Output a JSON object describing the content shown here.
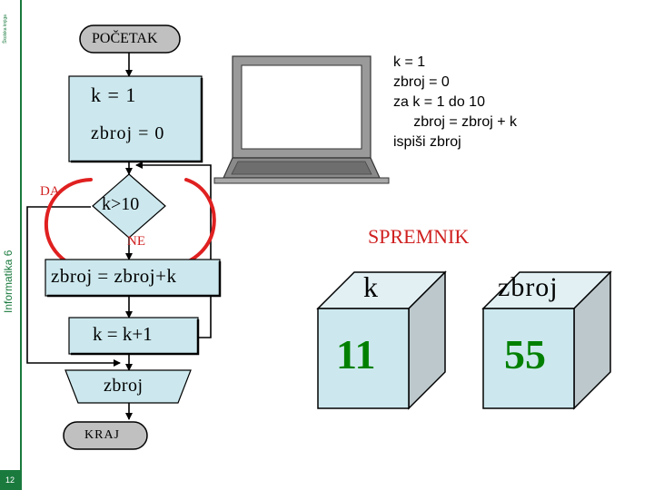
{
  "sidebar": {
    "publisher": "Školska knjiga",
    "subject": "Informatika 6",
    "page_number": "12"
  },
  "flowchart": {
    "start": "POČETAK",
    "assign_k": "k = 1",
    "assign_sum": "zbroj = 0",
    "decision": "k>10",
    "yes_label": "DA",
    "no_label": "NE",
    "add": "zbroj = zbroj+k",
    "increment": "k = k+1",
    "output": "zbroj",
    "end": "KRAJ"
  },
  "code": {
    "lines": [
      "k = 1",
      "zbroj = 0",
      "za k = 1 do 10",
      "     zbroj = zbroj + k",
      "ispiši zbroj"
    ]
  },
  "memory": {
    "title": "SPREMNIK",
    "var1_name": "k",
    "var1_value": "11",
    "var2_name": "zbroj",
    "var2_value": "55"
  },
  "colors": {
    "accent": "#1a7a3e",
    "box_fill": "#cce8ee",
    "terminal_fill": "#c0c0c0",
    "highlight": "#e02020",
    "memory_value": "#008000"
  },
  "icons": [
    "laptop-icon",
    "memory-box-icon"
  ]
}
